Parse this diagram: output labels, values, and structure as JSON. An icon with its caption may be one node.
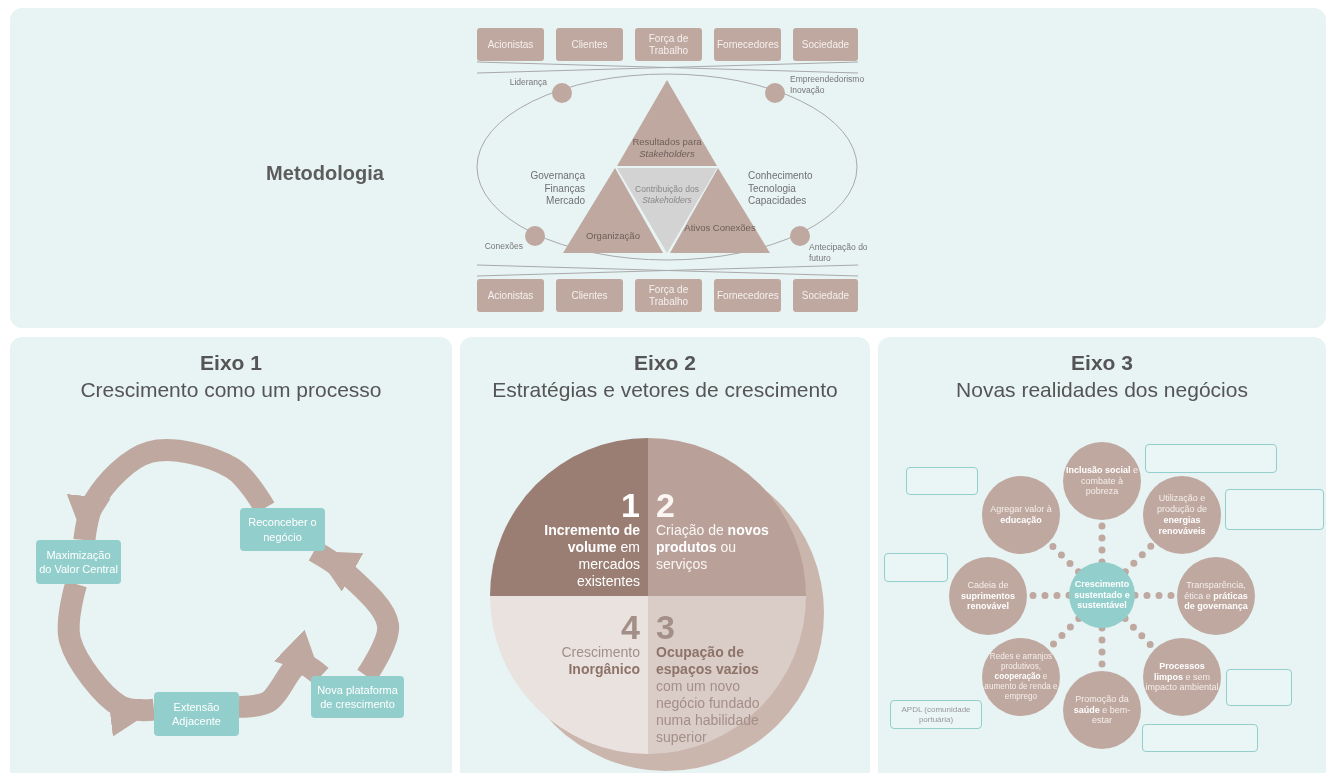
{
  "diagram": {
    "nodes": [
      {
        "text": [
          "Metodologia"
        ]
      },
      {
        "text": [
          "Acionistas"
        ],
        "in": 0
      },
      {
        "text": [
          "Clientes"
        ],
        "in": 0
      },
      {
        "text": [
          "Força de Trabalho"
        ],
        "in": 0
      },
      {
        "text": [
          "Fornecedores"
        ],
        "in": 0
      },
      {
        "text": [
          "Sociedade"
        ],
        "in": 0
      },
      {
        "text": [],
        "shape": "circle",
        "in": 0,
        "beside": [
          "Liderança"
        ]
      },
      {
        "text": [],
        "shape": "circle",
        "in": 0,
        "beside": [
          "Empreendedorismo Inovação"
        ]
      },
      {
        "text": [
          "Resultados para *Stakeholders*"
        ],
        "in": 0
      },
      {
        "text": [
          "Contribuição dos *Stakeholders*"
        ],
        "in": 0
      },
      {
        "text": [
          "Organização"
        ],
        "in": 0
      },
      {
        "text": [
          "Ativos Conexões"
        ],
        "in": 0
      },
      {
        "text": [],
        "shape": "circle",
        "in": 0,
        "beside": [
          "Conexões"
        ]
      },
      {
        "text": [],
        "shape": "circle",
        "in": 0,
        "beside": [
          "Antecipação do futuro"
        ]
      },
      {
        "text": [
          "Acionistas"
        ],
        "in": 0
      },
      {
        "text": [
          "Clientes"
        ],
        "in": 0
      },
      {
        "text": [
          "Força de Trabalho"
        ],
        "in": 0
      },
      {
        "text": [
          "Fornecedores"
        ],
        "in": 0
      },
      {
        "text": [
          "Sociedade"
        ],
        "in": 0
      },
      {
        "text": [
          "Eixo 1",
          "Crescimento como um processo"
        ]
      },
      {
        "text": [
          "Reconceber o negócio"
        ],
        "in": 19
      },
      {
        "text": [
          "Maximização do Valor Central"
        ],
        "in": 19
      },
      {
        "text": [
          "Nova plataforma de crescimento"
        ],
        "in": 19
      },
      {
        "text": [
          "Extensão Adjacente"
        ],
        "in": 19
      },
      {
        "text": [
          "Eixo 2",
          "Estratégias e vetores de crescimento"
        ]
      },
      {
        "text": [
          "1",
          "**Incremento de volume** em mercados existentes"
        ],
        "in": 24
      },
      {
        "text": [
          "2",
          "Criação de **novos produtos** ou serviços"
        ],
        "in": 24
      },
      {
        "text": [
          "4",
          "Crescimento **Inorgânico**"
        ],
        "in": 24
      },
      {
        "text": [
          "3",
          "**Ocupação de espaços vazios** com um novo negócio fundado numa habilidade superior"
        ],
        "in": 24
      },
      {
        "text": [
          "Eixo 3",
          "Novas realidades dos negócios"
        ]
      },
      {
        "text": [],
        "shape": "box",
        "in": 29
      },
      {
        "text": [],
        "shape": "box",
        "in": 29
      },
      {
        "text": [
          "**Inclusão social** e combate à pobreza"
        ],
        "in": 29
      },
      {
        "text": [],
        "shape": "box",
        "in": 29
      },
      {
        "text": [
          "Agregar valor à **educação**"
        ],
        "in": 29
      },
      {
        "text": [
          "Utilização e produção de **energias renováveis**"
        ],
        "in": 29
      },
      {
        "text": [],
        "shape": "box",
        "in": 29
      },
      {
        "text": [
          "Cadeia de **suprimentos renovável**"
        ],
        "in": 29
      },
      {
        "text": [
          "Crescimento sustentado e sustentável"
        ],
        "in": 29
      },
      {
        "text": [
          "Transparência, ética e **práticas de governança**"
        ],
        "in": 29
      },
      {
        "text": [],
        "shape": "box",
        "in": 29
      },
      {
        "text": [
          "Redes e arranjos produtivos, **cooperação** e aumento de renda e emprego"
        ],
        "in": 29
      },
      {
        "text": [
          "**Processos limpos** e sem impacto ambiental"
        ],
        "in": 29
      },
      {
        "text": [
          "APDL (comunidade portuária)"
        ],
        "in": 29
      },
      {
        "text": [
          "Promoção da **saúde** e bem-estar"
        ],
        "in": 29
      },
      {
        "text": [],
        "shape": "box",
        "in": 29
      }
    ],
    "edges": [
      {
        "from": 20,
        "to": 21,
        "arrow": "to",
        "style": "thick"
      },
      {
        "from": 21,
        "to": 23,
        "arrow": "to",
        "style": "thick"
      },
      {
        "from": 23,
        "to": 22,
        "arrow": "to",
        "style": "thick"
      },
      {
        "from": 22,
        "to": 20,
        "arrow": "to",
        "style": "thick"
      },
      {
        "from": 38,
        "to": 32,
        "arrow": "none",
        "style": "dashed"
      },
      {
        "from": 38,
        "to": 34,
        "arrow": "none",
        "style": "dashed"
      },
      {
        "from": 38,
        "to": 35,
        "arrow": "none",
        "style": "dashed"
      },
      {
        "from": 38,
        "to": 37,
        "arrow": "none",
        "style": "dashed"
      },
      {
        "from": 38,
        "to": 39,
        "arrow": "none",
        "style": "dashed"
      },
      {
        "from": 38,
        "to": 41,
        "arrow": "none",
        "style": "dashed"
      },
      {
        "from": 38,
        "to": 42,
        "arrow": "none",
        "style": "dashed"
      },
      {
        "from": 38,
        "to": 44,
        "arrow": "none",
        "style": "dashed"
      }
    ],
    "labels": [
      "Governança Finanças Mercado",
      "Conhecimento Tecnologia Capacidades"
    ]
  }
}
